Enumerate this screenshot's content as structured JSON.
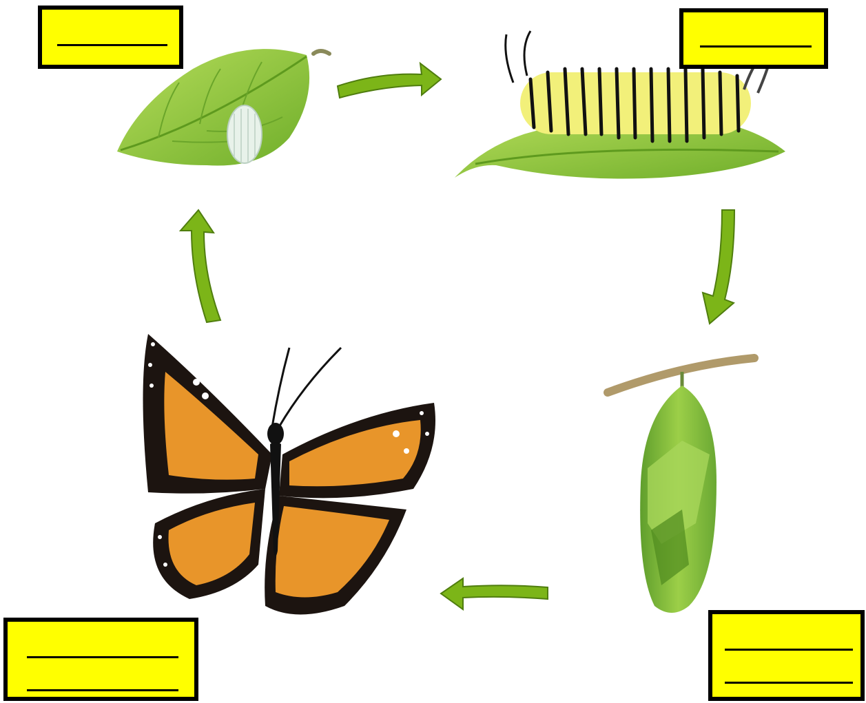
{
  "diagram": {
    "stages": [
      {
        "id": "egg",
        "icon": "egg-on-leaf-icon",
        "label_blanks": 1
      },
      {
        "id": "caterpillar",
        "icon": "caterpillar-on-leaf-icon",
        "label_blanks": 1
      },
      {
        "id": "chrysalis",
        "icon": "chrysalis-icon",
        "label_blanks": 2
      },
      {
        "id": "butterfly",
        "icon": "monarch-butterfly-icon",
        "label_blanks": 2
      }
    ],
    "cycle_order": [
      "egg",
      "caterpillar",
      "chrysalis",
      "butterfly"
    ],
    "colors": {
      "label_fill": "#ffff00",
      "label_border": "#000000",
      "arrow_fill": "#7cb518",
      "arrow_stroke": "#4f7d0e",
      "leaf": "#8cc63f",
      "leaf_dark": "#5e9a1e",
      "wing_orange": "#e8952a",
      "wing_black": "#1c1410"
    }
  }
}
